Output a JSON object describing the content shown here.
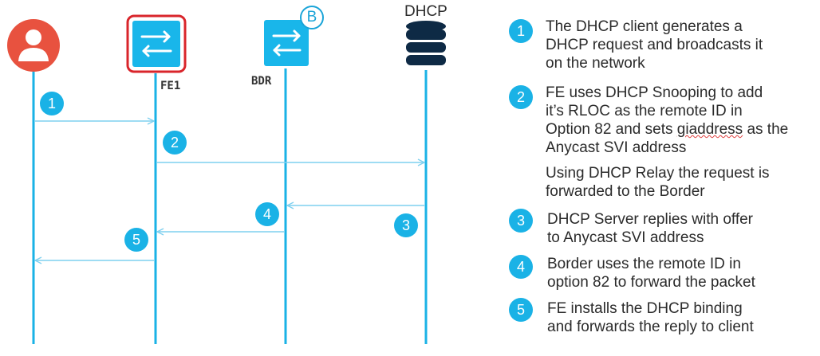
{
  "participants": {
    "fe1_label": "FE1",
    "bdr_label": "BDR",
    "border_badge": "B",
    "dhcp_label": "DHCP"
  },
  "diagram_steps": [
    "1",
    "2",
    "3",
    "4",
    "5"
  ],
  "steps": [
    {
      "num": "1",
      "text": "The DHCP client generates a\nDHCP request and broadcasts it\non the network"
    },
    {
      "num": "2",
      "text_before": "FE uses DHCP Snooping to add\nit’s RLOC as the remote ID in\nOption 82 and sets ",
      "text_mark": "giaddress",
      "text_after": " as the\nAnycast SVI address"
    },
    {
      "num": "",
      "text": "Using DHCP Relay the request is\nforwarded to the Border"
    },
    {
      "num": "3",
      "text": "DHCP Server replies with offer\nto Anycast SVI address"
    },
    {
      "num": "4",
      "text": "Border uses the remote ID in\noption 82 to forward the packet"
    },
    {
      "num": "5",
      "text": "FE installs the DHCP binding\nand forwards the reply to client"
    }
  ],
  "colors": {
    "accent": "#1ab2e6",
    "client": "#e8523f",
    "highlight_border": "#d9252b",
    "server": "#0e2a45"
  }
}
